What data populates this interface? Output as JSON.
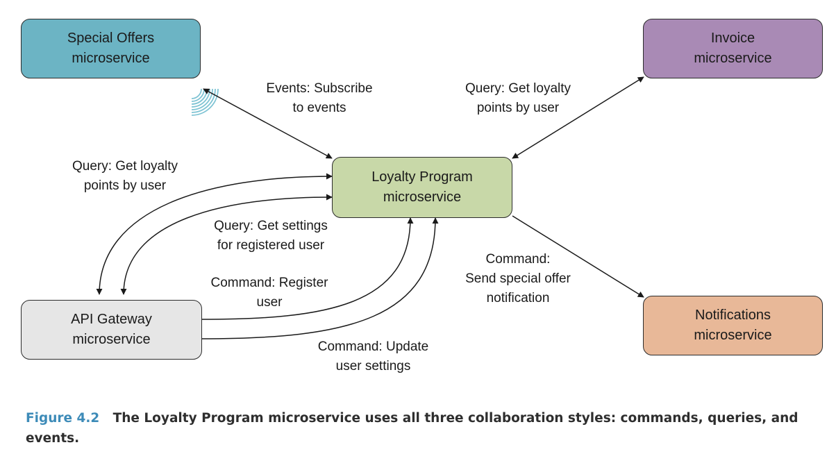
{
  "nodes": {
    "special_offers": {
      "line1": "Special Offers",
      "line2": "microservice",
      "color": "#6cb4c4"
    },
    "invoice": {
      "line1": "Invoice",
      "line2": "microservice",
      "color": "#a98ab5"
    },
    "loyalty": {
      "line1": "Loyalty Program",
      "line2": "microservice",
      "color": "#c8d8a8"
    },
    "api_gateway": {
      "line1": "API Gateway",
      "line2": "microservice",
      "color": "#e6e6e6"
    },
    "notifications": {
      "line1": "Notifications",
      "line2": "microservice",
      "color": "#e8b898"
    }
  },
  "edges": {
    "events_subscribe": {
      "line1": "Events: Subscribe",
      "line2": "to events"
    },
    "query_invoice": {
      "line1": "Query: Get loyalty",
      "line2": "points by user"
    },
    "query_gateway_points": {
      "line1": "Query: Get loyalty",
      "line2": "points by user"
    },
    "query_settings": {
      "line1": "Query: Get settings",
      "line2": "for registered user"
    },
    "command_register": {
      "line1": "Command: Register",
      "line2": "user"
    },
    "command_notify": {
      "line1": "Command:",
      "line2": "Send special offer",
      "line3": "notification"
    },
    "command_update": {
      "line1": "Command: Update",
      "line2": "user settings"
    }
  },
  "caption": {
    "figure_number": "Figure 4.2",
    "text": "The Loyalty Program microservice uses all three collaboration styles: commands, queries, and events."
  },
  "colors": {
    "caption_number": "#3d8bb8",
    "event_waves": "#7fc4d4",
    "arrow": "#1a1a1a"
  }
}
